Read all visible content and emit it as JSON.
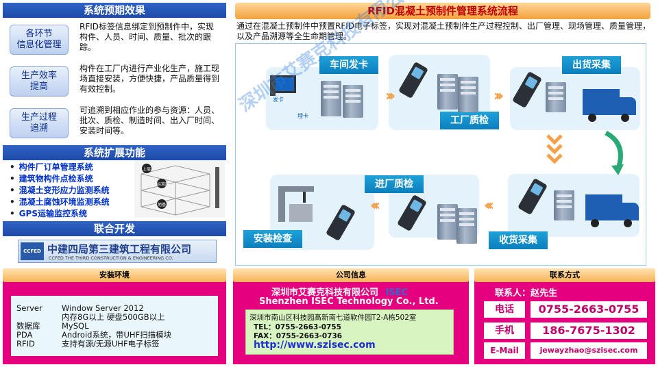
{
  "left": {
    "effects_title": "系统预期效果",
    "effects": [
      {
        "tag": "各环节\n信息化管理",
        "text": "RFID标签信息绑定到预制件中，实现构件、人员、时间、质量、批次的跟踪。"
      },
      {
        "tag": "生产效率\n提高",
        "text": "构件在工厂内进行产业化生产，施工现场直接安装，方便快捷，产品质量得到有效控制。"
      },
      {
        "tag": "生产过程\n追溯",
        "text": "可追溯到相应作业的参与资源：人员、批次、质检、制造时间、出入厂时间、安装时间等。"
      }
    ],
    "ext_title": "系统扩展功能",
    "ext_items": [
      "构件厂订单管理系统",
      "建筑物构件点检系统",
      "混凝土变形应力监测系统",
      "混凝土腐蚀环境监测系统",
      "GPS运输监控系统"
    ],
    "ext_image_labels": [
      "上层",
      "标准层",
      "地基"
    ],
    "partner_title": "联合开发",
    "partner_cn": "中建四局第三建筑工程有限公司",
    "partner_en": "CCFED THE THIRD CONSTRUCTION & ENGINEERING CO.",
    "partner_logo": "CCFED"
  },
  "flow": {
    "title": "RFID混凝土预制件管理系统流程",
    "description": "通过在混凝土预制件中预置RFID电子标签，实现对混凝土预制件生产过程控制、出厂管理、现场管理、质量管理，以及产品溯源等全生命期管理。",
    "stages": {
      "workshop": "车间发卡",
      "factory_qc": "工厂质检",
      "ship_out": "出货采集",
      "receive": "收货采集",
      "site_qc": "进厂质检",
      "install": "安装检查"
    },
    "small_labels": {
      "issue": "发卡",
      "embed": "埋卡"
    }
  },
  "watermark": "深圳市艾赛克科技有限公司",
  "bottom": {
    "env_title": "安装环境",
    "env_rows": [
      {
        "k": "Server",
        "v": "Window Server 2012"
      },
      {
        "k": "",
        "v": "内存8G以上 硬盘500GB以上"
      },
      {
        "k": "数据库",
        "v": "MySQL"
      },
      {
        "k": "PDA",
        "v": "Android系统，带UHF扫描模块"
      },
      {
        "k": "RFID",
        "v": "支持有源/无源UHF电子标签"
      }
    ],
    "company_title": "公司信息",
    "company_cn": "深圳市艾赛克科技有限公司",
    "company_brand": "ISEC",
    "company_en": "Shenzhen ISEC Technology Co., Ltd.",
    "address": "深圳市南山区科技园高新南七道软件园T2-A栋502室",
    "tel": "TEL：0755-2663-0755",
    "fax": "FAX：0755-2663-0736",
    "url": "http://www.szisec.com",
    "contact_title": "联系方式",
    "contact_person": "联系人：赵先生",
    "phone_k": "电话",
    "phone_v": "0755-2663-0755",
    "mobile_k": "手机",
    "mobile_v": "186-7675-1302",
    "email_k": "E-Mail",
    "email_v": "jewayzhao@szisec.com"
  },
  "colors": {
    "accent_blue": "#1e4aa8",
    "flow_blue": "#0b7fbd",
    "magenta": "#e4007f",
    "arrow_orange": "#f5a04a"
  }
}
